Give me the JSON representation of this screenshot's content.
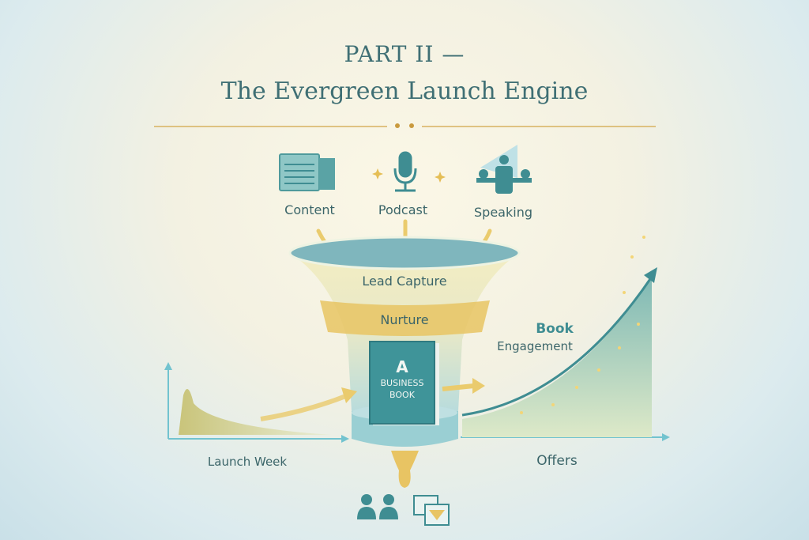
{
  "header": {
    "part": "PART II —",
    "title": "The Evergreen Launch Engine"
  },
  "sources": [
    {
      "label": "Content",
      "icon": "document-icon"
    },
    {
      "label": "Podcast",
      "icon": "microphone-icon"
    },
    {
      "label": "Speaking",
      "icon": "speaker-icon"
    }
  ],
  "funnel": {
    "stage1": "Lead Capture",
    "stage2": "Nurture",
    "book_line1": "A",
    "book_line2": "BUSINESS",
    "book_line3": "BOOK"
  },
  "left_chart": {
    "label": "Launch Week"
  },
  "right_chart": {
    "label_bold": "Book",
    "label": "Engagement",
    "axis_label": "Offers"
  },
  "colors": {
    "teal": "#3f8d92",
    "gold": "#e8c463",
    "text": "#3b6569"
  }
}
